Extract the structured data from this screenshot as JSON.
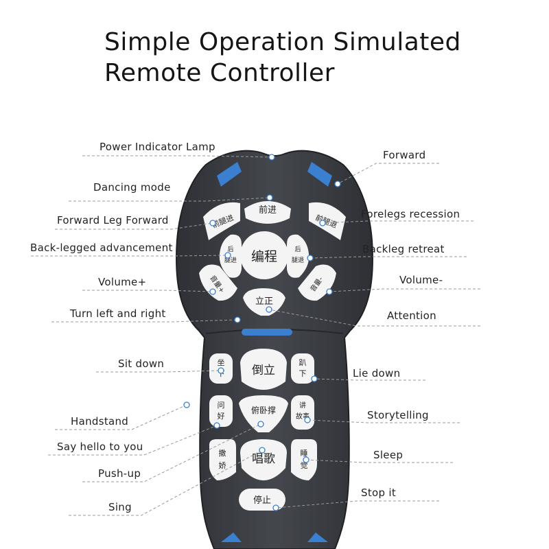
{
  "title": {
    "line1": "Simple Operation Simulated",
    "line2": "Remote Controller"
  },
  "labels": {
    "left": [
      "Power Indicator Lamp",
      "Dancing mode",
      "Forward Leg Forward",
      "Back-legged advancement",
      "Volume+",
      "Turn left and right",
      "Sit down",
      "Handstand",
      "Say hello to you",
      "Push-up",
      "Sing"
    ],
    "right": [
      "Forward",
      "Forelegs recession",
      "Backleg retreat",
      "Volume-",
      "Attention",
      "Lie down",
      "Storytelling",
      "Sleep",
      "Stop it"
    ]
  },
  "buttons": {
    "forward": "前进",
    "front_leg_forward": "前腿进",
    "front_leg_back": "前腿退",
    "program": "编程",
    "back_leg_forward": [
      "后",
      "腿进"
    ],
    "back_leg_back": [
      "后",
      "腿退"
    ],
    "volume_up": "音量+",
    "volume_down": "音量-",
    "stand": "立正",
    "sit": [
      "坐",
      "下"
    ],
    "handstand": "倒立",
    "lie": [
      "趴",
      "下"
    ],
    "hello": [
      "问",
      "好"
    ],
    "pushup": "俯卧撑",
    "story": [
      "讲",
      "故事"
    ],
    "coquette": [
      "撒",
      "娇"
    ],
    "sing": "唱歌",
    "sleep": [
      "睡",
      "觉"
    ],
    "stop": "停止"
  },
  "colors": {
    "body": "#3b3e44",
    "button": "#f4f4f4",
    "accent": "#3a7fd0",
    "line": "#9a9a9a"
  }
}
